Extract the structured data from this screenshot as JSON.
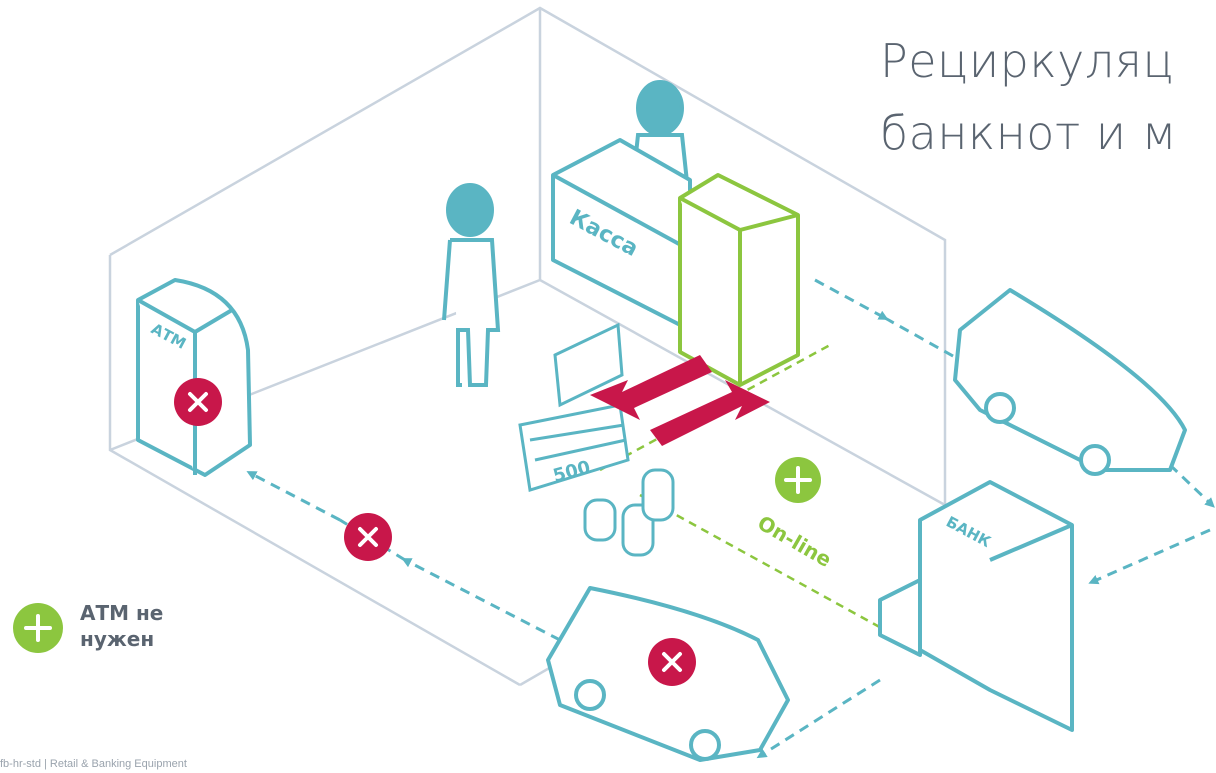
{
  "title": {
    "line1": "Рециркуляц",
    "line2": "банкнот и м"
  },
  "labels": {
    "kassa": "Касса",
    "atm": "АТМ",
    "bank": "БАНК",
    "note": "500",
    "online": "On-line"
  },
  "benefit": {
    "line1": "АТМ не",
    "line2": "нужен"
  },
  "footer": "fb-hr-std | Retail & Banking Equipment",
  "colors": {
    "teal": "#5ab5c3",
    "green": "#8cc63f",
    "red": "#c8174a",
    "room": "#c9d3de",
    "text": "#5a6470"
  },
  "icons": [
    "x-icon",
    "plus-icon",
    "arrow-left",
    "arrow-right",
    "atm-icon",
    "van-icon",
    "bank-building-icon",
    "person-icon",
    "coins-icon",
    "banknote-icon",
    "card-icon"
  ]
}
